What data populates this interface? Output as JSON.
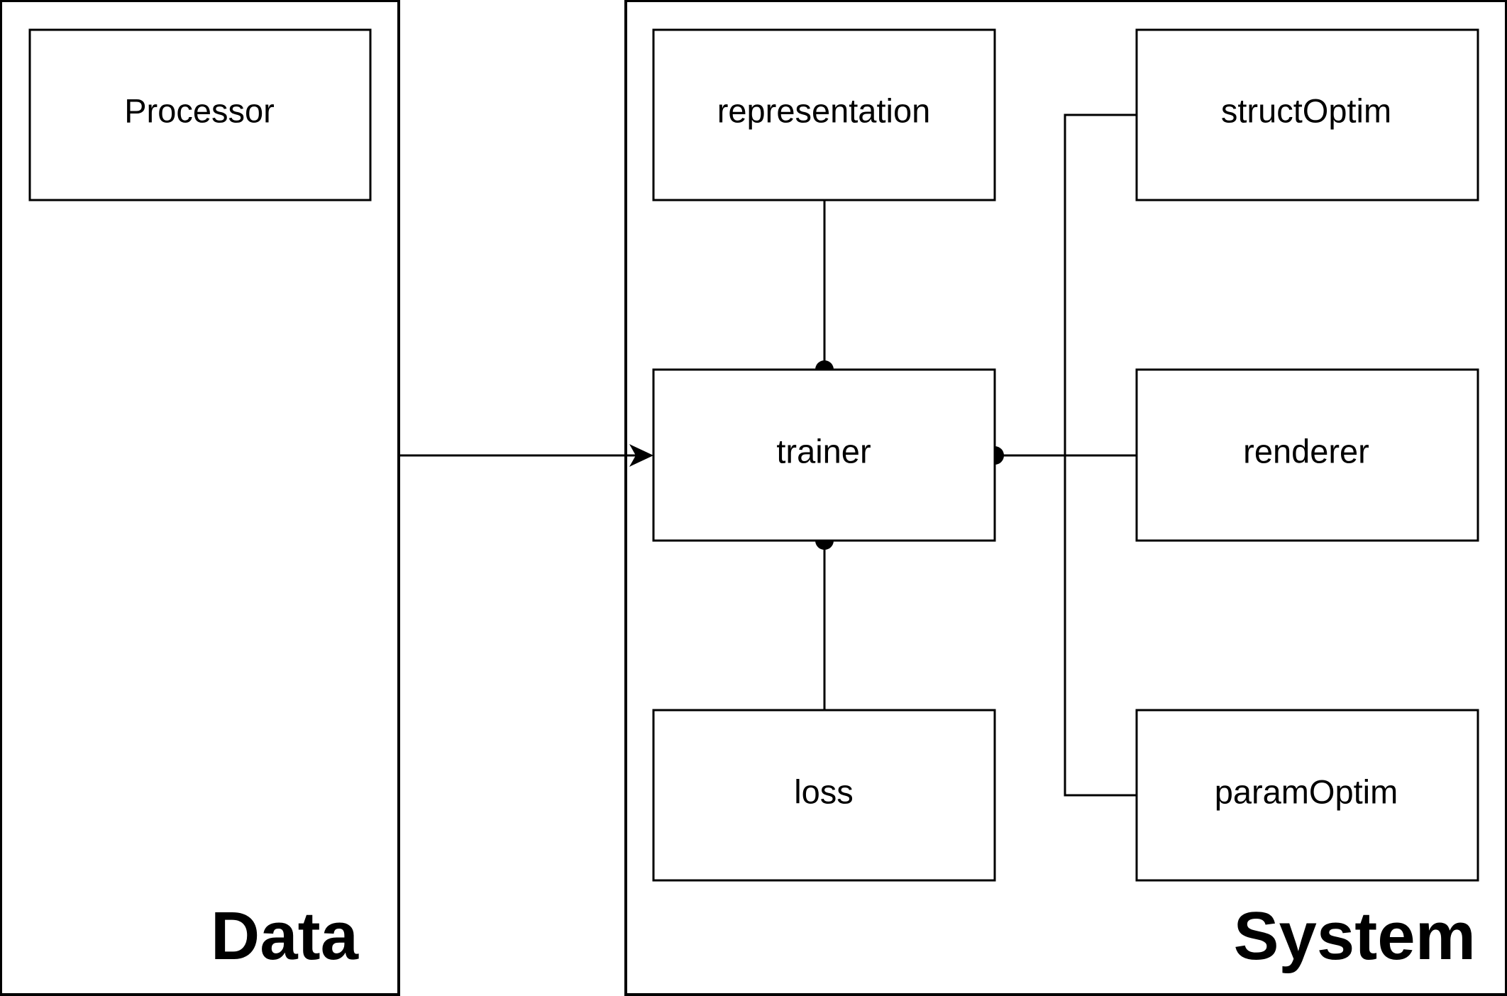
{
  "diagram": {
    "groups": {
      "data": {
        "label": "Data"
      },
      "system": {
        "label": "System"
      }
    },
    "nodes": {
      "processor": "Processor",
      "representation": "representation",
      "trainer": "trainer",
      "loss": "loss",
      "struct_optim": "structOptim",
      "renderer": "renderer",
      "param_optim": "paramOptim"
    },
    "edges": [
      {
        "from": "Data",
        "to": "trainer",
        "style": "arrow"
      },
      {
        "from": "representation",
        "to": "trainer",
        "style": "dot"
      },
      {
        "from": "loss",
        "to": "trainer",
        "style": "dot"
      },
      {
        "from": "renderer",
        "to": "trainer",
        "style": "dot"
      },
      {
        "from": "structOptim",
        "to": "trainer",
        "style": "dot"
      },
      {
        "from": "paramOptim",
        "to": "trainer",
        "style": "dot"
      }
    ]
  },
  "colors": {
    "stroke": "#000000",
    "background": "#ffffff"
  }
}
